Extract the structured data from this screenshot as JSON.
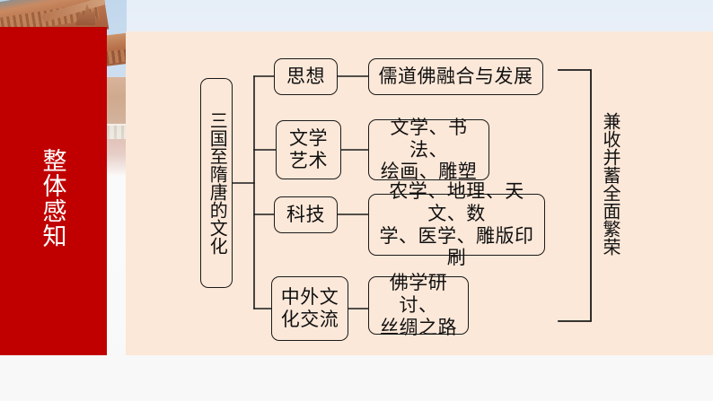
{
  "slide": {
    "section_label": "整体感知",
    "accent_red": "#c00000",
    "card_beige": "#fce8d9",
    "line_color": "#1a1a1a"
  },
  "photo": {
    "alt_name": "chinese-palace-roof-photo"
  },
  "diagram": {
    "root": "三国至隋唐的文化",
    "summary": "兼收并蓄全面繁荣",
    "branches": [
      {
        "label": "思想",
        "detail": "儒道佛融合与发展"
      },
      {
        "label": "文学\n艺术",
        "detail": "文学、书法、\n绘画、雕塑"
      },
      {
        "label": "科技",
        "detail": "农学、地理、天文、数\n学、医学、雕版印刷"
      },
      {
        "label": "中外文\n化交流",
        "detail": "佛学研讨、\n丝绸之路"
      }
    ]
  }
}
